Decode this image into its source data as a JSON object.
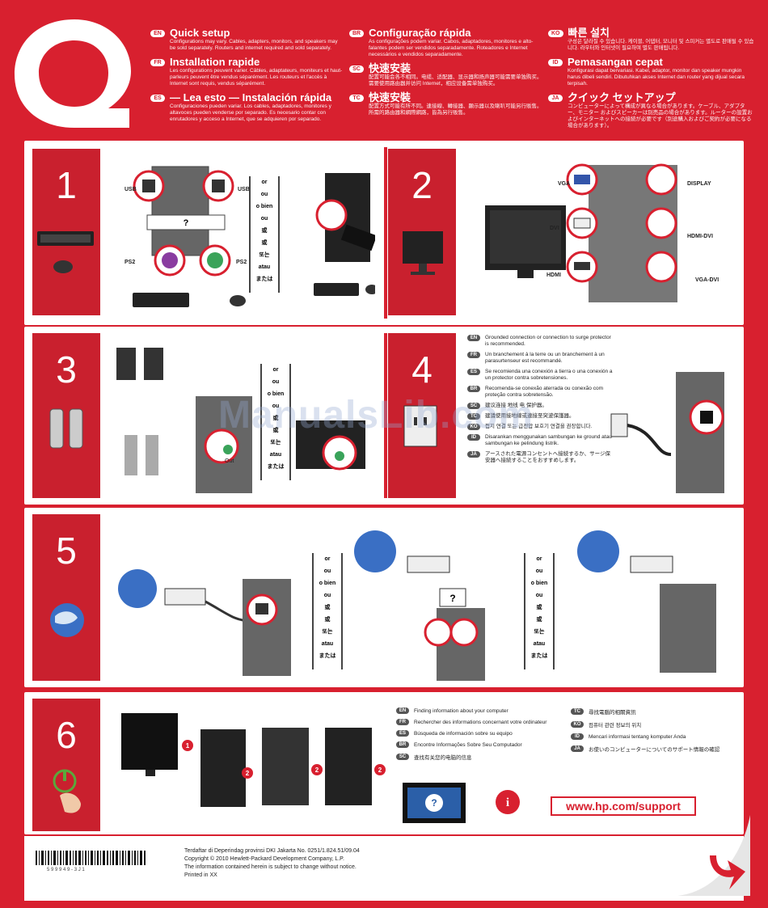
{
  "header": {
    "languages": [
      {
        "code": "EN",
        "title": "Quick setup",
        "body": "Configurations may vary. Cables, adapters, monitors, and speakers may be sold separately. Routers and internet required and sold separately."
      },
      {
        "code": "FR",
        "title": "Installation rapide",
        "body": "Les configurations peuvent varier. Câbles, adaptateurs, moniteurs et haut-parleurs peuvent être vendus séparément. Les routeurs et l'accès à Internet sont requis, vendus séparément."
      },
      {
        "code": "ES",
        "title": "— Lea esto — Instalación rápida",
        "body": "Configuraciones pueden variar. Los cables, adaptadores, monitores y altavoces pueden venderse por separado. Es necesario contar con enrutadores y acceso a Internet, que se adquieren por separado."
      },
      {
        "code": "BR",
        "title": "Configuração rápida",
        "body": "As configurações podem variar. Cabos, adaptadores, monitores e alto-falantes podem ser vendidos separadamente. Roteadores e Internet necessários e vendidos separadamente."
      },
      {
        "code": "SC",
        "title": "快速安装",
        "body": "配置可能会各不相同。电缆、适配器、显示器和扬声器可能需要单独购买。需要使用路由器并访问 Internet，相应设备需单独购买。"
      },
      {
        "code": "TC",
        "title": "快速安裝",
        "body": "配置方式可能有所不同。連接線、轉接器、顯示器以及喇叭可能另行販售。所需的路由器和網際網路，皆為另行販售。"
      },
      {
        "code": "KO",
        "title": "빠른 설치",
        "body": "구성은 달라질 수 있습니다. 케이블, 어댑터, 모니터 및 스피커는 별도로 판매될 수 있습니다. 라우터와 인터넷이 필요하며 별도 판매됩니다."
      },
      {
        "code": "ID",
        "title": "Pemasangan cepat",
        "body": "Konfigurasi dapat bervariasi. Kabel, adaptor, monitor dan speaker mungkin harus dibeli sendiri. Dibutuhkan akses Internet dan router yang dijual secara terpisah."
      },
      {
        "code": "JA",
        "title": "クイック セットアップ",
        "body": "コンピューターによって構成が異なる場合があります。ケーブル、アダプター、モニター およびスピーカーは別売品の場合があります。ルーターの設置およびインターネットへの接続が必要です（別途購入およびご契約が必要になる場合があります）。"
      }
    ]
  },
  "steps": {
    "s1": "1",
    "s2": "2",
    "s3": "3",
    "s4": "4",
    "s5": "5",
    "s6": "6"
  },
  "or_words": [
    "or",
    "ou",
    "o bien",
    "ou",
    "或",
    "或",
    "또는",
    "atau",
    "または"
  ],
  "labels": {
    "usb": "USB",
    "ps2": "PS2",
    "question": "?",
    "vga": "VGA",
    "dvi": "DVI",
    "hdmi": "HDMI",
    "display": "DISPLAY",
    "hdmi_dvi": "HDMI-DVI",
    "vga_dvi": "VGA-DVI",
    "out": "Out"
  },
  "step4": [
    {
      "code": "EN",
      "text": "Grounded connection or connection to surge protector is recommended."
    },
    {
      "code": "FR",
      "text": "Un branchement à la terre ou un branchement à un parasurtenseur est recommandé."
    },
    {
      "code": "ES",
      "text": "Se recomienda una conexión a tierra o una conexión a un protector contra sobretensiones."
    },
    {
      "code": "BR",
      "text": "Recomenda-se conexão aterrada ou conexão com proteção contra sobretensão."
    },
    {
      "code": "SC",
      "text": "建议连接 地线 电 保护器。"
    },
    {
      "code": "TC",
      "text": "建議使用接地線或連接至突波保護器。"
    },
    {
      "code": "KO",
      "text": "접지 연결 또는 급전압 보호기 연결을 권장합니다."
    },
    {
      "code": "ID",
      "text": "Disarankan menggunakan sambungan ke ground atau sambungan ke pelindung listrik."
    },
    {
      "code": "JA",
      "text": "アースされた電源コンセントへ接続するか、サージ保安器へ接続することをおすすめします。"
    }
  ],
  "step6": {
    "left": [
      {
        "code": "EN",
        "text": "Finding information about your computer"
      },
      {
        "code": "FR",
        "text": "Rechercher des informations concernant votre ordinateur"
      },
      {
        "code": "ES",
        "text": "Búsqueda de información sobre su equipo"
      },
      {
        "code": "BR",
        "text": "Encontre Informações Sobre Seu Computador"
      },
      {
        "code": "SC",
        "text": "查找有关您的电脑的信息"
      }
    ],
    "right": [
      {
        "code": "TC",
        "text": "尋找電腦的相關資訊"
      },
      {
        "code": "KO",
        "text": "컴퓨터 관련 정보의 위치"
      },
      {
        "code": "ID",
        "text": "Mencari informasi tentang komputer Anda"
      },
      {
        "code": "JA",
        "text": "お使いのコンピューターについてのサポート情報の確認"
      }
    ],
    "badge1": "1",
    "badge2": "2",
    "info": "i",
    "question": "?",
    "url": "www.hp.com/support"
  },
  "footer": {
    "line1": "Terdaftar di Deperindag provinsi DKI Jakarta No. 0251/1.824.51/09.04",
    "line2": "Copyright © 2010 Hewlett-Packard Development Company, L.P.",
    "line3": "The information contained herein is subject to change without notice.",
    "line4": "Printed in XX",
    "barcode_num": "5 9 9 9 4 9 - 3 J 1"
  },
  "watermark": "ManualsLib.com"
}
